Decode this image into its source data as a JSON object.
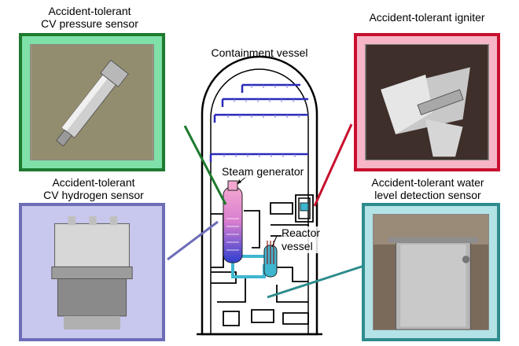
{
  "title": "Containment vessel",
  "sensors": {
    "pressure": {
      "lines": [
        "Accident-tolerant",
        "CV pressure sensor"
      ],
      "color": "#1d7a2e",
      "fill": "#7fe0a8"
    },
    "hydrogen": {
      "lines": [
        "Accident-tolerant",
        "CV hydrogen sensor"
      ],
      "color": "#6d6db8",
      "fill": "#c8c8ee"
    },
    "igniter": {
      "lines": [
        "Accident-tolerant igniter"
      ],
      "color": "#c8102e",
      "fill": "#f6b6c8"
    },
    "water_level": {
      "lines": [
        "Accident-tolerant water",
        "level detection sensor"
      ],
      "color": "#2e8c8c",
      "fill": "#b3e3e6"
    }
  },
  "components": {
    "steam_generator": "Steam generator",
    "reactor_vessel": [
      "Reactor",
      "vessel"
    ]
  },
  "colors": {
    "spray": "#2a2ab8",
    "coolant": "#3fb6cf",
    "sg_top": "#f06fb0",
    "sg_bottom": "#3a4fd6"
  }
}
